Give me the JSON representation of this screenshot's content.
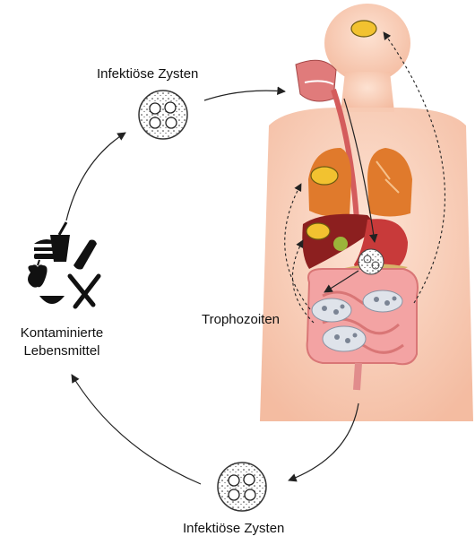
{
  "labels": {
    "cysts_top": "Infektiöse Zysten",
    "food_line1": "Kontaminierte",
    "food_line2": "Lebensmittel",
    "trophozoites": "Trophozoiten",
    "cysts_bottom": "Infektiöse Zysten"
  },
  "colors": {
    "skin": "#f7c9b0",
    "skin_light": "#fbdccb",
    "lung": "#e07a2c",
    "liver": "#8c1f1f",
    "stomach": "#c83a3a",
    "intestine": "#f2a0a0",
    "cyst_spot": "#f2c230",
    "parasite": "#dfe3ea",
    "arrow": "#222222"
  }
}
